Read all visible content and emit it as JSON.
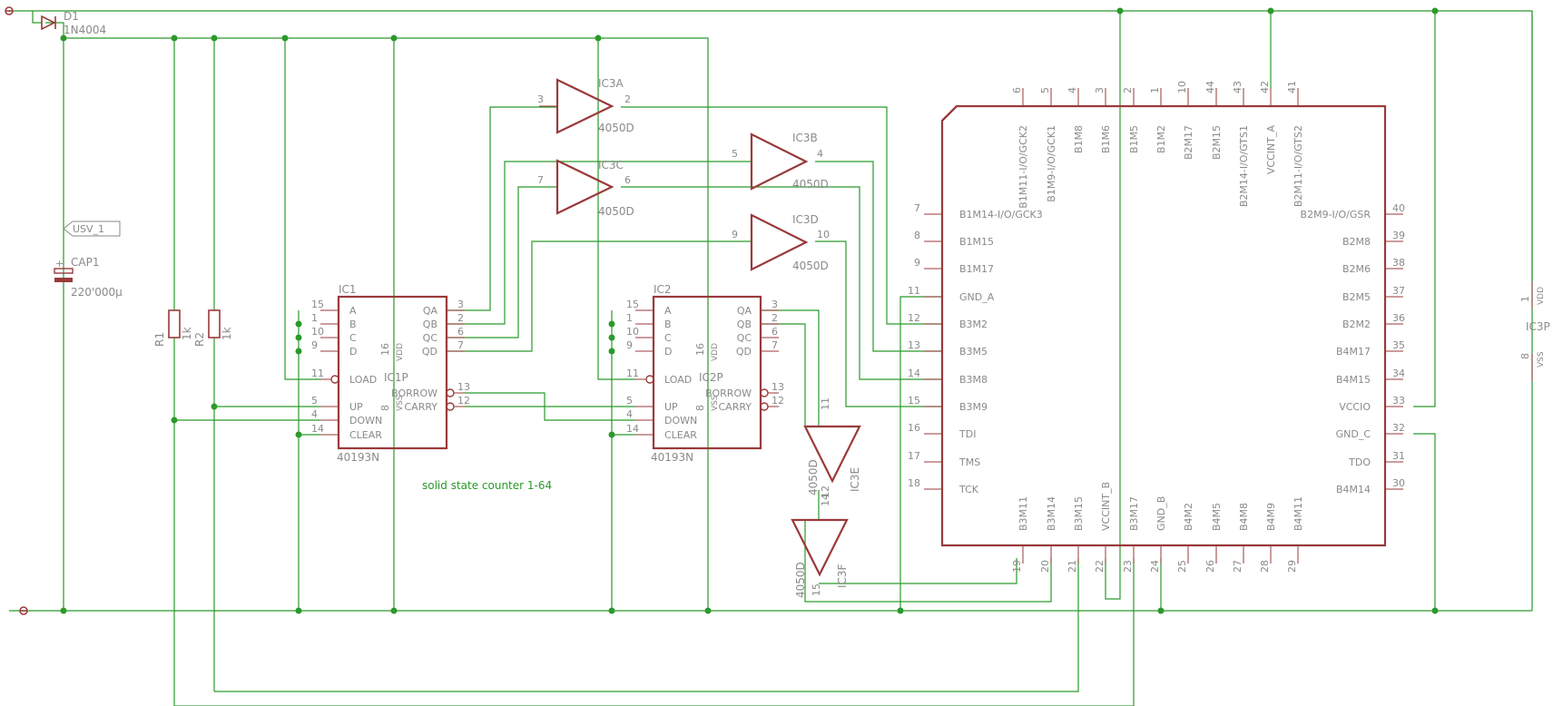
{
  "components": {
    "d1": {
      "ref": "D1",
      "value": "1N4004"
    },
    "usv": {
      "label": "USV_1"
    },
    "cap1": {
      "ref": "CAP1",
      "value": "220'000µ"
    },
    "r1": {
      "ref": "R1",
      "value": "1k"
    },
    "r2": {
      "ref": "R2",
      "value": "1k"
    },
    "ic1": {
      "ref": "IC1",
      "power_ref": "IC1P",
      "part": "40193N"
    },
    "ic2": {
      "ref": "IC2",
      "power_ref": "IC2P",
      "part": "40193N"
    },
    "ic3a": {
      "ref": "IC3A",
      "part": "4050D",
      "in": "3",
      "out": "2"
    },
    "ic3b": {
      "ref": "IC3B",
      "part": "4050D",
      "in": "5",
      "out": "4"
    },
    "ic3c": {
      "ref": "IC3C",
      "part": "4050D",
      "in": "7",
      "out": "6"
    },
    "ic3d": {
      "ref": "IC3D",
      "part": "4050D",
      "in": "9",
      "out": "10"
    },
    "ic3e": {
      "ref": "IC3E",
      "part": "4050D",
      "in": "11",
      "out": "12"
    },
    "ic3f": {
      "ref": "IC3F",
      "part": "4050D",
      "in": "14",
      "out": "15"
    },
    "ic3p": {
      "ref": "IC3P",
      "vdd": "VDD",
      "vss": "VSS",
      "vdd_pin": "1",
      "vss_pin": "8"
    }
  },
  "counter_pins": {
    "left": [
      {
        "num": "15",
        "name": "A"
      },
      {
        "num": "1",
        "name": "B"
      },
      {
        "num": "10",
        "name": "C"
      },
      {
        "num": "9",
        "name": "D"
      },
      {
        "num": "11",
        "name": "LOAD"
      },
      {
        "num": "5",
        "name": "UP"
      },
      {
        "num": "4",
        "name": "DOWN"
      },
      {
        "num": "14",
        "name": "CLEAR"
      }
    ],
    "right": [
      {
        "num": "3",
        "name": "QA"
      },
      {
        "num": "2",
        "name": "QB"
      },
      {
        "num": "6",
        "name": "QC"
      },
      {
        "num": "7",
        "name": "QD"
      },
      {
        "num": "13",
        "name": "BORROW"
      },
      {
        "num": "12",
        "name": "CARRY"
      }
    ],
    "vdd": {
      "num": "16",
      "name": "VDD"
    },
    "vss": {
      "num": "8",
      "name": "VSS"
    }
  },
  "cpld": {
    "top": [
      {
        "num": "6",
        "name": "B1M11-I/O/GCK2"
      },
      {
        "num": "5",
        "name": "B1M9-I/O/GCK1"
      },
      {
        "num": "4",
        "name": "B1M8"
      },
      {
        "num": "3",
        "name": "B1M6"
      },
      {
        "num": "2",
        "name": "B1M5"
      },
      {
        "num": "1",
        "name": "B1M2"
      },
      {
        "num": "10",
        "name": "B2M17"
      },
      {
        "num": "44",
        "name": "B2M15"
      },
      {
        "num": "43",
        "name": "B2M14-I/O/GTS1"
      },
      {
        "num": "42",
        "name": "VCCINT_A"
      },
      {
        "num": "41",
        "name": "B2M11-I/O/GTS2"
      }
    ],
    "left": [
      {
        "num": "7",
        "name": "B1M14-I/O/GCK3"
      },
      {
        "num": "8",
        "name": "B1M15"
      },
      {
        "num": "9",
        "name": "B1M17"
      },
      {
        "num": "11",
        "name": "GND_A"
      },
      {
        "num": "12",
        "name": "B3M2"
      },
      {
        "num": "13",
        "name": "B3M5"
      },
      {
        "num": "14",
        "name": "B3M8"
      },
      {
        "num": "15",
        "name": "B3M9"
      },
      {
        "num": "16",
        "name": "TDI"
      },
      {
        "num": "17",
        "name": "TMS"
      },
      {
        "num": "18",
        "name": "TCK"
      }
    ],
    "right": [
      {
        "num": "40",
        "name": "B2M9-I/O/GSR"
      },
      {
        "num": "39",
        "name": "B2M8"
      },
      {
        "num": "38",
        "name": "B2M6"
      },
      {
        "num": "37",
        "name": "B2M5"
      },
      {
        "num": "36",
        "name": "B2M2"
      },
      {
        "num": "35",
        "name": "B4M17"
      },
      {
        "num": "34",
        "name": "B4M15"
      },
      {
        "num": "33",
        "name": "VCCIO"
      },
      {
        "num": "32",
        "name": "GND_C"
      },
      {
        "num": "31",
        "name": "TDO"
      },
      {
        "num": "30",
        "name": "B4M14"
      }
    ],
    "bottom": [
      {
        "num": "19",
        "name": "B3M11"
      },
      {
        "num": "20",
        "name": "B3M14"
      },
      {
        "num": "21",
        "name": "B3M15"
      },
      {
        "num": "22",
        "name": "VCCINT_B"
      },
      {
        "num": "23",
        "name": "B3M17"
      },
      {
        "num": "24",
        "name": "GND_B"
      },
      {
        "num": "25",
        "name": "B4M2"
      },
      {
        "num": "26",
        "name": "B4M5"
      },
      {
        "num": "27",
        "name": "B4M8"
      },
      {
        "num": "28",
        "name": "B4M9"
      },
      {
        "num": "29",
        "name": "B4M11"
      }
    ]
  },
  "note": "solid state counter 1-64",
  "colors": {
    "wire": "#2a9a2a",
    "symbol": "#9a3a3a",
    "text": "#8a8a8a"
  }
}
